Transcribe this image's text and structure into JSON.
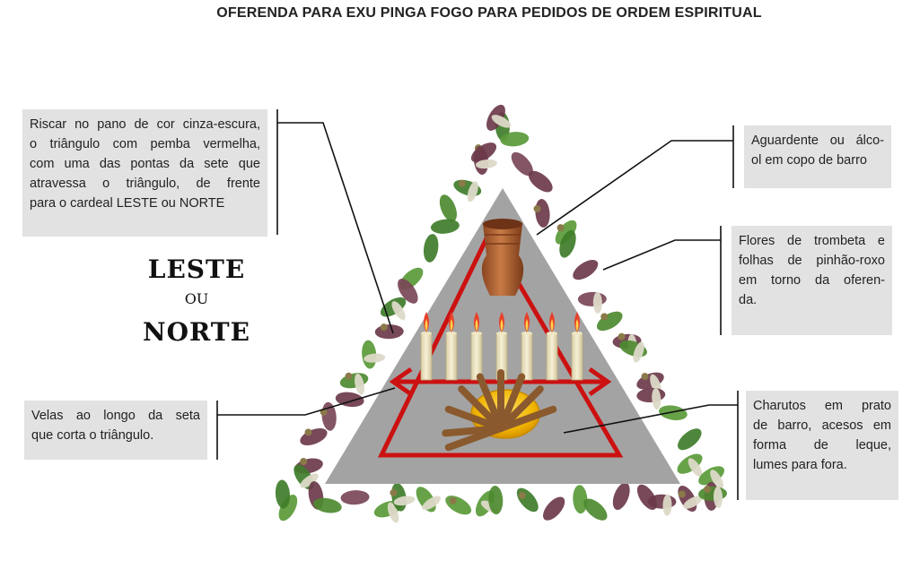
{
  "title": "OFERENDA PARA EXU PINGA FOGO PARA PEDIDOS DE ORDEM ESPIRITUAL",
  "notes": {
    "riscar": [
      "Riscar no pano de cor cinza-escura,",
      "o triângulo com pemba vermelha,",
      "com uma das pontas da sete que",
      "atravessa o triângulo, de frente",
      "para o cardeal LESTE ou NORTE"
    ],
    "aguardente": [
      "Aguardente ou álco-",
      "ol em copo de barro"
    ],
    "flores": [
      "Flores de trombeta e",
      "folhas de pinhão-roxo",
      "em torno da oferen-",
      "da."
    ],
    "velas": [
      "Velas ao longo da seta",
      "que corta o triângulo."
    ],
    "charutos": [
      "Charutos em prato",
      "de barro, acesos em",
      "forma de leque,",
      "lumes para fora."
    ]
  },
  "directions": {
    "first": "LESTE",
    "joiner": "OU",
    "second": "NORTE"
  },
  "colors": {
    "cloth": "#a3a3a3",
    "pemba": "#cc1111",
    "label_bg": "#e2e2e2",
    "clay": "#b5683a",
    "plate": "#f0b400"
  }
}
